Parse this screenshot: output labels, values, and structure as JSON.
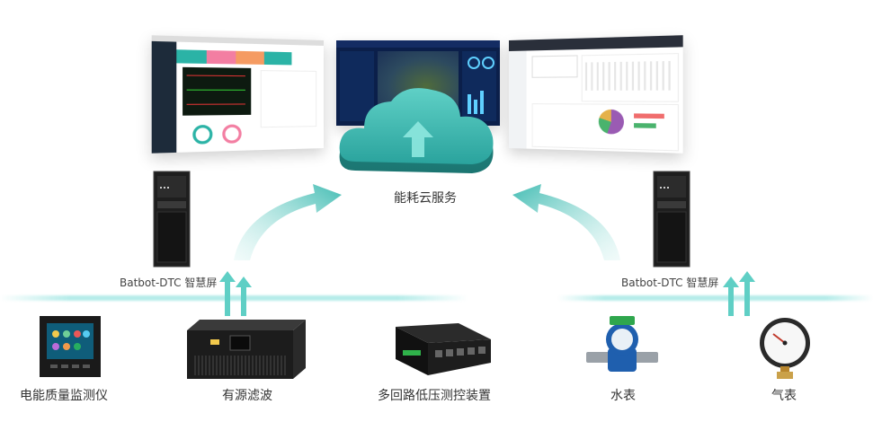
{
  "cloud": {
    "label": "能耗云服务"
  },
  "cabinets": [
    {
      "label": "Batbot-DTC 智慧屏"
    },
    {
      "label": "Batbot-DTC 智慧屏"
    }
  ],
  "devices": [
    {
      "label": "电能质量监测仪",
      "icon": "power-quality-monitor-icon"
    },
    {
      "label": "有源滤波",
      "icon": "active-filter-icon"
    },
    {
      "label": "多回路低压测控装置",
      "icon": "multi-circuit-controller-icon"
    },
    {
      "label": "水表",
      "icon": "water-meter-icon"
    },
    {
      "label": "气表",
      "icon": "gas-meter-icon"
    }
  ],
  "screens": [
    {
      "name": "left-dashboard-screenshot",
      "accent": "#2b9c91"
    },
    {
      "name": "center-map-screenshot",
      "accent": "#0b1f4a"
    },
    {
      "name": "right-analytics-screenshot",
      "accent": "#2a2f3a"
    }
  ],
  "colors": {
    "accent": "#4ec2b8",
    "cloud": "#3fb8b0",
    "line": "#8fe0d8"
  }
}
